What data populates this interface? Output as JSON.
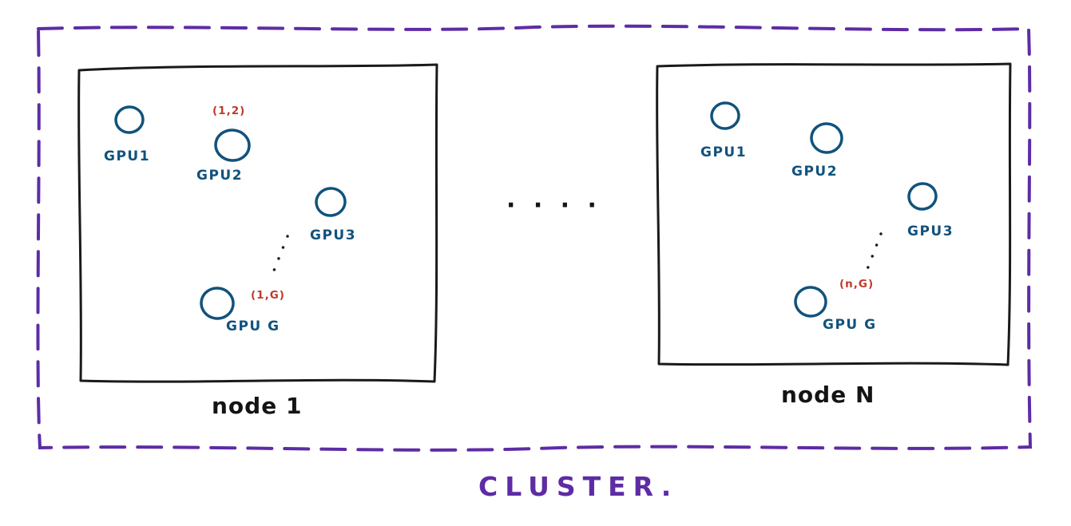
{
  "diagram": {
    "title": "CLUSTER.",
    "ellipsis": "· · · ·",
    "colors": {
      "cluster_border": "#5e2ca5",
      "node_border": "#1a1a1a",
      "gpu_stroke": "#11527d",
      "gpu_label": "#11527d",
      "annotation": "#c0392b",
      "node_label": "#141414",
      "title": "#5e2ca5"
    },
    "nodes": [
      {
        "label": "node 1",
        "gpus": [
          {
            "label": "GPU1"
          },
          {
            "label": "GPU2",
            "annotation": "(1,2)"
          },
          {
            "label": "GPU3"
          },
          {
            "label": "GPU G",
            "annotation": "(1,G)"
          }
        ]
      },
      {
        "label": "node N",
        "gpus": [
          {
            "label": "GPU1"
          },
          {
            "label": "GPU2"
          },
          {
            "label": "GPU3"
          },
          {
            "label": "GPU G",
            "annotation": "(n,G)"
          }
        ]
      }
    ]
  }
}
